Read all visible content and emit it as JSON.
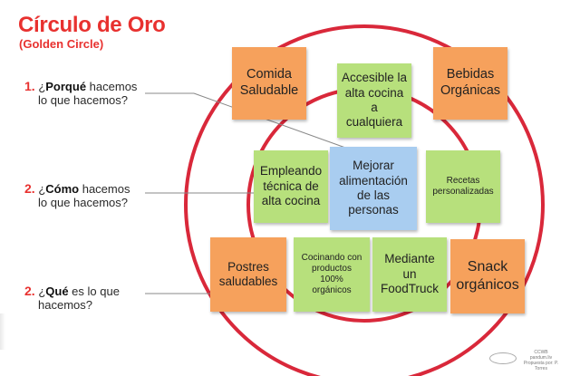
{
  "title": "Círculo de Oro",
  "subtitle": "(Golden Circle)",
  "questions": [
    {
      "num": "1.",
      "pre": "¿",
      "bold": "Porqué",
      "post": " hacemos",
      "line2": "lo que hacemos?"
    },
    {
      "num": "2.",
      "pre": "¿",
      "bold": "Cómo",
      "post": " hacemos",
      "line2": "lo que hacemos?"
    },
    {
      "num": "2.",
      "pre": "¿",
      "bold": "Qué",
      "post": " es lo que",
      "line2": "hacemos?"
    }
  ],
  "notes": {
    "comida_saludable": "Comida\nSaludable",
    "accesible": "Accesible la\nalta cocina\na\ncualquiera",
    "bebidas": "Bebidas\nOrgánicas",
    "empleando": "Empleando\ntécnica de\nalta cocina",
    "mejorar": "Mejorar\nalimentación\nde las\npersonas",
    "recetas": "Recetas\npersonalizadas",
    "postres": "Postres\nsaludables",
    "cocinando": "Cocinando con\nproductos\n100%\norgánicos",
    "foodtruck": "Mediante\nun\nFoodTruck",
    "snack": "Snack\norgánicos"
  },
  "colors": {
    "accent": "#e8312f",
    "orange_note": "#f6a15c",
    "green_note": "#b7e07c",
    "blue_note": "#a9cdf0"
  },
  "footer": {
    "line1": "CCWB",
    "line2": "pandum.liv",
    "line3": "Propuesta por: P. Torres"
  }
}
